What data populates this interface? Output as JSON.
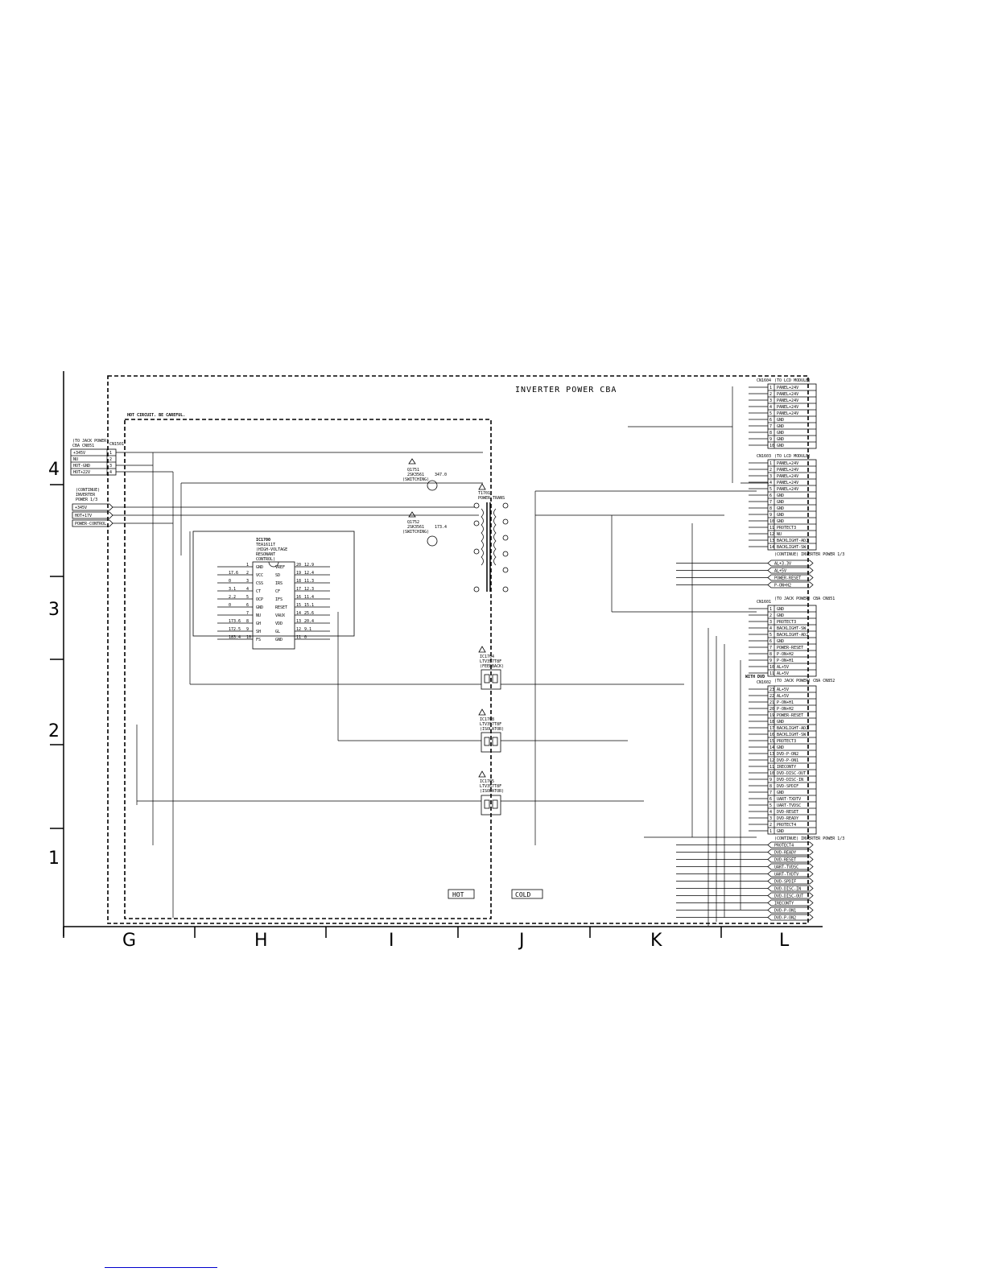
{
  "title": "INVERTER POWER CBA",
  "hot_warning": "HOT CIRCUIT. BE CAREFUL.",
  "zone_labels": {
    "hot": "HOT",
    "cold": "COLD"
  },
  "grid": {
    "rows": [
      "4",
      "3",
      "2",
      "1"
    ],
    "columns": [
      "G",
      "H",
      "I",
      "J",
      "K",
      "L"
    ]
  },
  "input_connector": {
    "ref": "CN1501",
    "note": [
      "(TO JACK POWER)",
      "CBA CN851"
    ],
    "pins": [
      {
        "n": "1",
        "name": "+345V"
      },
      {
        "n": "2",
        "name": "NU"
      },
      {
        "n": "3",
        "name": "HOT-GND"
      },
      {
        "n": "4",
        "name": "HOT+22V"
      }
    ]
  },
  "continue_block": {
    "note": [
      "(CONTINUE)",
      "INVERTER",
      "POWER 1/3"
    ],
    "signals": [
      "+345V",
      "HOT+17V",
      "POWER-CONTROL"
    ]
  },
  "ic": {
    "ref": "IC1700",
    "part": "TEA1611T",
    "desc": [
      "(HIGH-VOLTAGE",
      "RESONANT",
      "CONTROL)"
    ],
    "left_pins": [
      {
        "n": "1",
        "name": "GND",
        "v": ""
      },
      {
        "n": "2",
        "name": "VCC",
        "v": "17.6"
      },
      {
        "n": "3",
        "name": "CSS",
        "v": "0"
      },
      {
        "n": "4",
        "name": "CT",
        "v": "3.1"
      },
      {
        "n": "5",
        "name": "OCP",
        "v": "2.2"
      },
      {
        "n": "6",
        "name": "GND",
        "v": "0"
      },
      {
        "n": "7",
        "name": "NU",
        "v": ""
      },
      {
        "n": "8",
        "name": "GH",
        "v": "173.6"
      },
      {
        "n": "9",
        "name": "SH",
        "v": "172.5"
      },
      {
        "n": "10",
        "name": "FS",
        "v": "183.4"
      }
    ],
    "right_pins": [
      {
        "n": "20",
        "name": "VREF",
        "v": "12.9"
      },
      {
        "n": "19",
        "name": "SD",
        "v": "12.4"
      },
      {
        "n": "18",
        "name": "IRS",
        "v": "11.3"
      },
      {
        "n": "17",
        "name": "CF",
        "v": "12.3"
      },
      {
        "n": "16",
        "name": "IFS",
        "v": "11.4"
      },
      {
        "n": "15",
        "name": "RESET",
        "v": "15.1"
      },
      {
        "n": "14",
        "name": "VAUX",
        "v": "25.6"
      },
      {
        "n": "13",
        "name": "VDD",
        "v": "20.4"
      },
      {
        "n": "12",
        "name": "GL",
        "v": "9.1"
      },
      {
        "n": "11",
        "name": "GND",
        "v": "0"
      }
    ]
  },
  "transistors": [
    {
      "ref": "Q1751",
      "part": "2SK3561",
      "role": "(SWITCHING)",
      "v": "347.0"
    },
    {
      "ref": "Q1752",
      "part": "2SK3561",
      "role": "(SWITCHING)",
      "v": "173.4"
    }
  ],
  "transformer": {
    "ref": "T1701",
    "name": "POWER TRANS"
  },
  "photocouplers": [
    {
      "ref": "IC1704",
      "part": "LTV357T8F",
      "role": "(FEEDBACK)"
    },
    {
      "ref": "IC1708",
      "part": "LTV357T8F",
      "role": "(ISOLATOR)"
    },
    {
      "ref": "IC1705",
      "part": "LTV357T8F",
      "role": "(ISOLATOR)"
    }
  ],
  "output_connector_a": {
    "ref": "CN1604",
    "note": "(TO LCD MODULE)",
    "pins": [
      {
        "n": "1",
        "name": "PANEL+24V"
      },
      {
        "n": "2",
        "name": "PANEL+24V"
      },
      {
        "n": "3",
        "name": "PANEL+24V"
      },
      {
        "n": "4",
        "name": "PANEL+24V"
      },
      {
        "n": "5",
        "name": "PANEL+24V"
      },
      {
        "n": "6",
        "name": "GND"
      },
      {
        "n": "7",
        "name": "GND"
      },
      {
        "n": "8",
        "name": "GND"
      },
      {
        "n": "9",
        "name": "GND"
      },
      {
        "n": "10",
        "name": "GND"
      }
    ]
  },
  "output_connector_b": {
    "ref": "CN1603",
    "note": "(TO LCD MODULE)",
    "pins": [
      {
        "n": "1",
        "name": "PANEL+24V"
      },
      {
        "n": "2",
        "name": "PANEL+24V"
      },
      {
        "n": "3",
        "name": "PANEL+24V"
      },
      {
        "n": "4",
        "name": "PANEL+24V"
      },
      {
        "n": "5",
        "name": "PANEL+24V"
      },
      {
        "n": "6",
        "name": "GND"
      },
      {
        "n": "7",
        "name": "GND"
      },
      {
        "n": "8",
        "name": "GND"
      },
      {
        "n": "9",
        "name": "GND"
      },
      {
        "n": "10",
        "name": "GND"
      },
      {
        "n": "11",
        "name": "PROTECT3"
      },
      {
        "n": "12",
        "name": "NU"
      },
      {
        "n": "13",
        "name": "BACKLIGHT-ADJ"
      },
      {
        "n": "14",
        "name": "BACKLIGHT-SW"
      }
    ],
    "continue_note": "(CONTINUE) INVERTER POWER 1/3"
  },
  "mid_signals": [
    "AL+3.3V",
    "AL+5V",
    "POWER-RESET",
    "P-ON+H2"
  ],
  "output_connector_c": {
    "ref": "CN1601",
    "note": "(TO JACK POWER) CBA CN851",
    "pins": [
      {
        "n": "1",
        "name": "GND"
      },
      {
        "n": "2",
        "name": "GND"
      },
      {
        "n": "3",
        "name": "PROTECT3"
      },
      {
        "n": "4",
        "name": "BACKLIGHT-SW"
      },
      {
        "n": "5",
        "name": "BACKLIGHT-ADJ"
      },
      {
        "n": "6",
        "name": "GND"
      },
      {
        "n": "7",
        "name": "POWER-RESET"
      },
      {
        "n": "8",
        "name": "P-ON+H2"
      },
      {
        "n": "9",
        "name": "P-ON+H1"
      },
      {
        "n": "10",
        "name": "AL+5V"
      },
      {
        "n": "11",
        "name": "AL+5V"
      }
    ]
  },
  "with_dvd_label": "WITH DVD",
  "output_connector_d": {
    "ref": "CN1602",
    "note": "(TO JACK POWER) CBA CN852",
    "pins": [
      {
        "n": "23",
        "name": "AL+5V"
      },
      {
        "n": "22",
        "name": "AL+5V"
      },
      {
        "n": "21",
        "name": "P-ON+H1"
      },
      {
        "n": "20",
        "name": "P-ON+H2"
      },
      {
        "n": "19",
        "name": "POWER-RESET"
      },
      {
        "n": "18",
        "name": "GND"
      },
      {
        "n": "17",
        "name": "BACKLIGHT-ADJ"
      },
      {
        "n": "16",
        "name": "BACKLIGHT-SW"
      },
      {
        "n": "15",
        "name": "PROTECT3"
      },
      {
        "n": "14",
        "name": "GND"
      },
      {
        "n": "13",
        "name": "DVD-P-ON2"
      },
      {
        "n": "12",
        "name": "DVD-P-ON1"
      },
      {
        "n": "11",
        "name": "IRECONTY"
      },
      {
        "n": "10",
        "name": "DVD-DISC-OUT"
      },
      {
        "n": "9",
        "name": "DVD-DISC-IN"
      },
      {
        "n": "8",
        "name": "DVD-SPDIF"
      },
      {
        "n": "7",
        "name": "GND"
      },
      {
        "n": "6",
        "name": "UART-TXDTV"
      },
      {
        "n": "5",
        "name": "UART-TVDSC"
      },
      {
        "n": "4",
        "name": "DVD-RESET"
      },
      {
        "n": "3",
        "name": "DVD-READY"
      },
      {
        "n": "2",
        "name": "PROTECT4"
      },
      {
        "n": "1",
        "name": "GND"
      }
    ],
    "continue_note": "(CONTINUE) INVERTER POWER 1/3"
  },
  "bottom_signals": [
    "PROTECT4",
    "DVD-READY",
    "DVD-RESET",
    "UART-TVDSC",
    "UART-TXDTV",
    "DVD-SPDIF",
    "DVD-DISC-IN",
    "DVD-DISC-OUT",
    "IRECONTY",
    "DVD-P-ON1",
    "DVD-P-ON2"
  ]
}
